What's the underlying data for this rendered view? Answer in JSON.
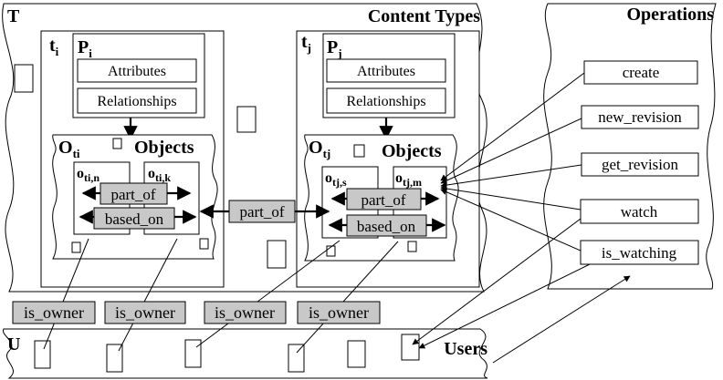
{
  "regions": {
    "content_types": {
      "letter": "T",
      "title": "Content Types"
    },
    "operations": {
      "title": "Operations"
    },
    "users": {
      "letter": "U",
      "title": "Users"
    }
  },
  "type_i": {
    "t_base": "t",
    "t_sub": "i",
    "p_base": "P",
    "p_sub": "i",
    "attributes": "Attributes",
    "relationships": "Relationships",
    "o_base": "O",
    "o_sub": "ti",
    "objects": "Objects",
    "obj1_base": "o",
    "obj1_sub": "ti,n",
    "obj2_base": "o",
    "obj2_sub": "ti,k",
    "part_of": "part_of",
    "based_on": "based_on"
  },
  "type_j": {
    "t_base": "t",
    "t_sub": "j",
    "p_base": "P",
    "p_sub": "j",
    "attributes": "Attributes",
    "relationships": "Relationships",
    "o_base": "O",
    "o_sub": "tj",
    "objects": "Objects",
    "obj1_base": "o",
    "obj1_sub": "tj,s",
    "obj2_base": "o",
    "obj2_sub": "tj,m",
    "part_of": "part_of",
    "based_on": "based_on"
  },
  "cross_relation": "part_of",
  "operations": [
    "create",
    "new_revision",
    "get_revision",
    "watch",
    "is_watching"
  ],
  "ownership": [
    "is_owner",
    "is_owner",
    "is_owner",
    "is_owner"
  ]
}
